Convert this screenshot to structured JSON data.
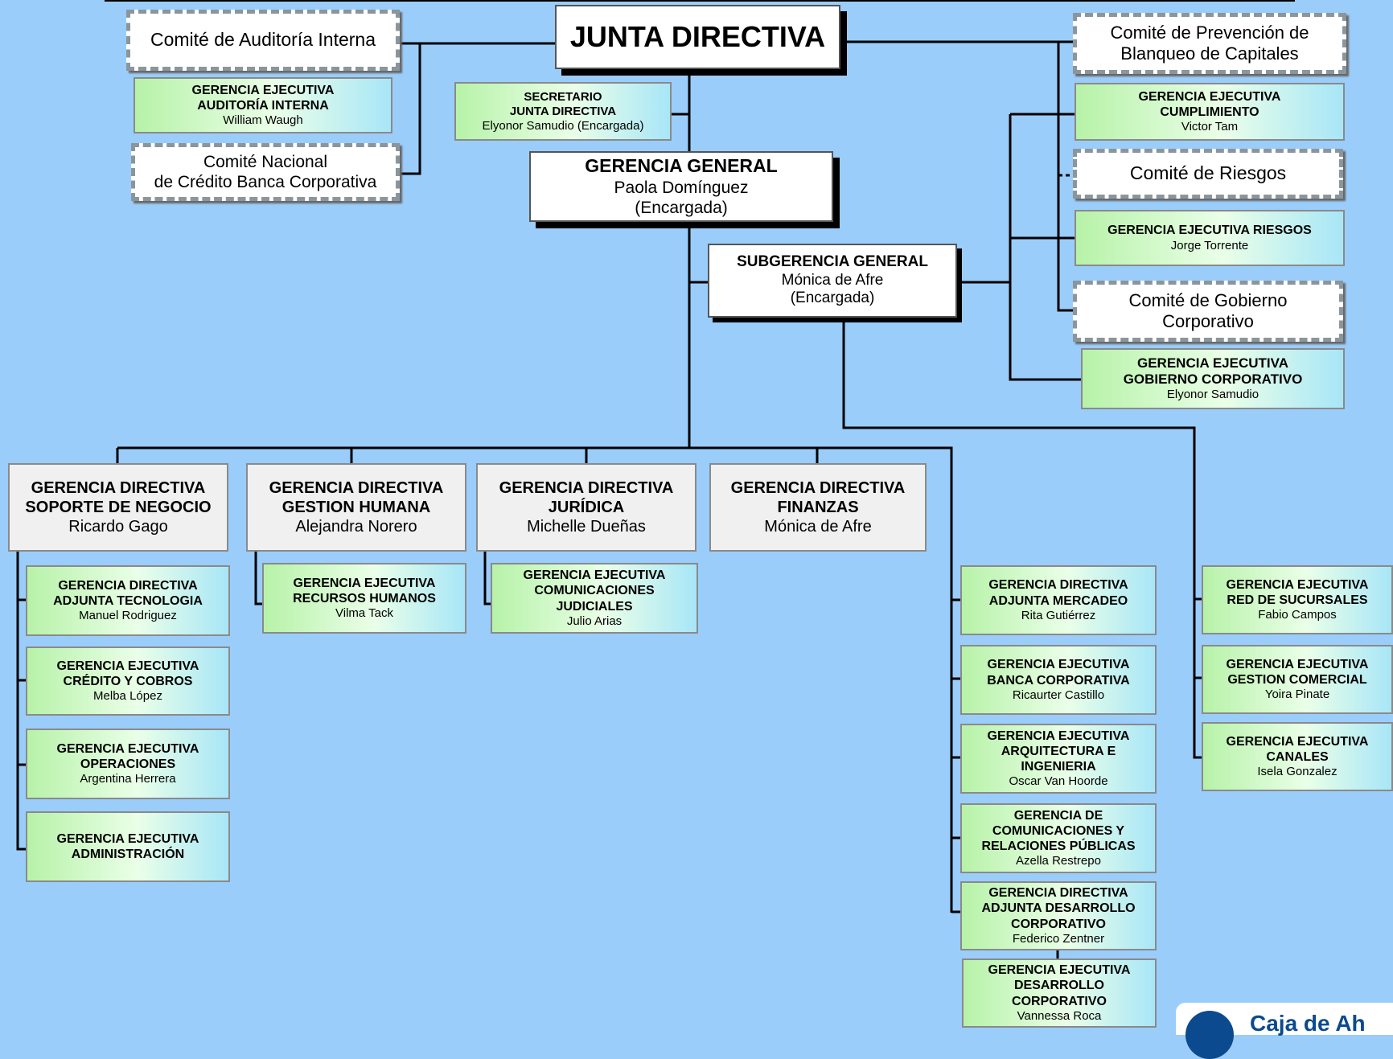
{
  "junta": "JUNTA DIRECTIVA",
  "committees": {
    "auditoria": "Comité de Auditoría Interna",
    "credito_l1": "Comité Nacional",
    "credito_l2": "de Crédito Banca Corporativa",
    "blanqueo_l1": "Comité de Prevención de",
    "blanqueo_l2": "Blanqueo de Capitales",
    "riesgos": "Comité de Riesgos",
    "gobierno_l1": "Comité de Gobierno",
    "gobierno_l2": "Corporativo"
  },
  "auditoria_interna": {
    "l1": "GERENCIA EJECUTIVA",
    "l2": "AUDITORÍA INTERNA",
    "name": "William Waugh"
  },
  "secretario": {
    "l1": "SECRETARIO",
    "l2": "JUNTA DIRECTIVA",
    "name": "Elyonor Samudio (Encargada)"
  },
  "gerencia_general": {
    "title": "GERENCIA GENERAL",
    "name": "Paola Domínguez",
    "note": "(Encargada)"
  },
  "subgerencia": {
    "title": "SUBGERENCIA GENERAL",
    "name": "Mónica de Afre",
    "note": "(Encargada)"
  },
  "cumplimiento": {
    "l1": "GERENCIA EJECUTIVA",
    "l2": "CUMPLIMIENTO",
    "name": "Victor Tam"
  },
  "riesgos_ge": {
    "l1": "GERENCIA EJECUTIVA RIESGOS",
    "name": "Jorge Torrente"
  },
  "gobierno_ge": {
    "l1": "GERENCIA EJECUTIVA",
    "l2": "GOBIERNO CORPORATIVO",
    "name": "Elyonor Samudio"
  },
  "directivas": [
    {
      "l1": "GERENCIA DIRECTIVA",
      "l2": "SOPORTE DE NEGOCIO",
      "name": "Ricardo Gago"
    },
    {
      "l1": "GERENCIA DIRECTIVA",
      "l2": "GESTION HUMANA",
      "name": "Alejandra Norero"
    },
    {
      "l1": "GERENCIA DIRECTIVA",
      "l2": "JURÍDICA",
      "name": "Michelle Dueñas"
    },
    {
      "l1": "GERENCIA DIRECTIVA",
      "l2": "FINANZAS",
      "name": "Mónica de Afre"
    }
  ],
  "soporte": [
    {
      "l1": "GERENCIA DIRECTIVA",
      "l2": "ADJUNTA TECNOLOGIA",
      "name": "Manuel  Rodriguez"
    },
    {
      "l1": "GERENCIA EJECUTIVA",
      "l2": "CRÉDITO  Y COBROS",
      "name": "Melba  López"
    },
    {
      "l1": "GERENCIA EJECUTIVA",
      "l2": "OPERACIONES",
      "name": "Argentina  Herrera"
    },
    {
      "l1": "GERENCIA EJECUTIVA",
      "l2": "ADMINISTRACIÓN"
    }
  ],
  "rrhh": {
    "l1": "GERENCIA EJECUTIVA",
    "l2": "RECURSOS HUMANOS",
    "name": "Vilma  Tack"
  },
  "judiciales": {
    "l1": "GERENCIA EJECUTIVA",
    "l2": "COMUNICACIONES",
    "l3": "JUDICIALES",
    "name": "Julio  Arias"
  },
  "mercadeo_col": [
    {
      "l1": "GERENCIA DIRECTIVA",
      "l2": "ADJUNTA MERCADEO",
      "name": "Rita  Gutiérrez"
    },
    {
      "l1": "GERENCIA EJECUTIVA",
      "l2": "BANCA CORPORATIVA",
      "name": "Ricaurter  Castillo"
    },
    {
      "l1": "GERENCIA EJECUTIVA",
      "l2": "ARQUITECTURA  E",
      "l3": "INGENIERIA",
      "name": "Oscar Van Hoorde"
    },
    {
      "l1": "GERENCIA  DE",
      "l2": "COMUNICACIONES  Y",
      "l3": "RELACIONES  PÚBLICAS",
      "name": "Azella  Restrepo"
    },
    {
      "l1": "GERENCIA DIRECTIVA",
      "l2": "ADJUNTA DESARROLLO",
      "l3": "CORPORATIVO",
      "name": "Federico  Zentner"
    },
    {
      "l1": "GERENCIA EJECUTIVA",
      "l2": "DESARROLLO",
      "l3": "CORPORATIVO",
      "name": "Vannessa  Roca"
    }
  ],
  "sucursales_col": [
    {
      "l1": "GERENCIA EJECUTIVA",
      "l2": "RED DE SUCURSALES",
      "name": "Fabio Campos"
    },
    {
      "l1": "GERENCIA EJECUTIVA",
      "l2": "GESTION  COMERCIAL",
      "name": "Yoira Pinate"
    },
    {
      "l1": "GERENCIA EJECUTIVA",
      "l2": "CANALES",
      "name": "Isela Gonzalez"
    }
  ],
  "logo_text": "Caja de Ah"
}
